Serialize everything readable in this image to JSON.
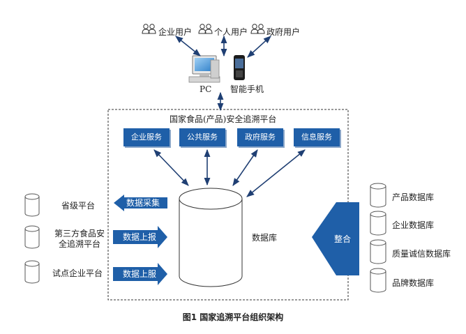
{
  "users": {
    "enterprise": "企业用户",
    "individual": "个人用户",
    "government": "政府用户"
  },
  "devices": {
    "pc": "PC",
    "phone": "智能手机"
  },
  "platform": {
    "title": "国家食品(产品)安全追溯平台",
    "services": [
      "企业服务",
      "公共服务",
      "政府服务",
      "信息服务"
    ],
    "database": "数据库"
  },
  "left_platforms": {
    "provincial": "省级平台",
    "third_party_line1": "第三方食品安",
    "third_party_line2": "全追溯平台",
    "pilot": "试点企业平台"
  },
  "flows": {
    "collect": "数据采集",
    "report": "数据上报",
    "report2": "数据上服"
  },
  "integrate": "整合",
  "right_dbs": [
    "产品数据库",
    "企业数据库",
    "质量诚信数据库",
    "品牌数据库"
  ],
  "caption": "图1 国家追溯平台组织架构",
  "colors": {
    "accent": "#1f5fa8",
    "border": "#333333"
  }
}
